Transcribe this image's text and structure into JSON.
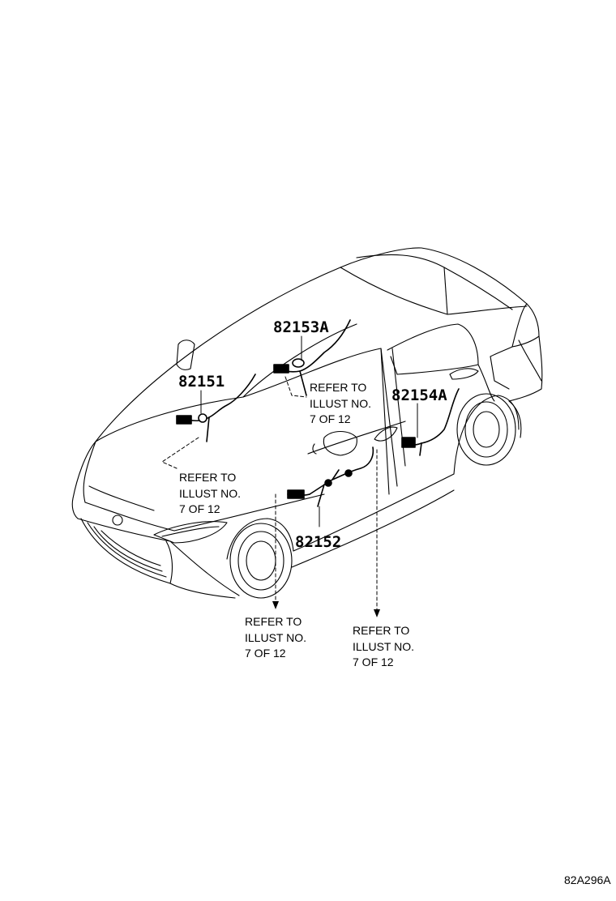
{
  "labels": {
    "p82151": "82151",
    "p82152": "82152",
    "p82153a": "82153A",
    "p82154a": "82154A"
  },
  "refer": [
    {
      "line1": "REFER TO",
      "line2": "ILLUST NO.",
      "line3": "7 OF 12"
    },
    {
      "line1": "REFER TO",
      "line2": "ILLUST NO.",
      "line3": "7 OF 12"
    },
    {
      "line1": "REFER TO",
      "line2": "ILLUST NO.",
      "line3": "7 OF 12"
    },
    {
      "line1": "REFER TO",
      "line2": "ILLUST NO.",
      "line3": "7 OF 12"
    }
  ],
  "illustration_code": "82A296A",
  "colors": {
    "line": "#000000",
    "background": "#ffffff"
  }
}
